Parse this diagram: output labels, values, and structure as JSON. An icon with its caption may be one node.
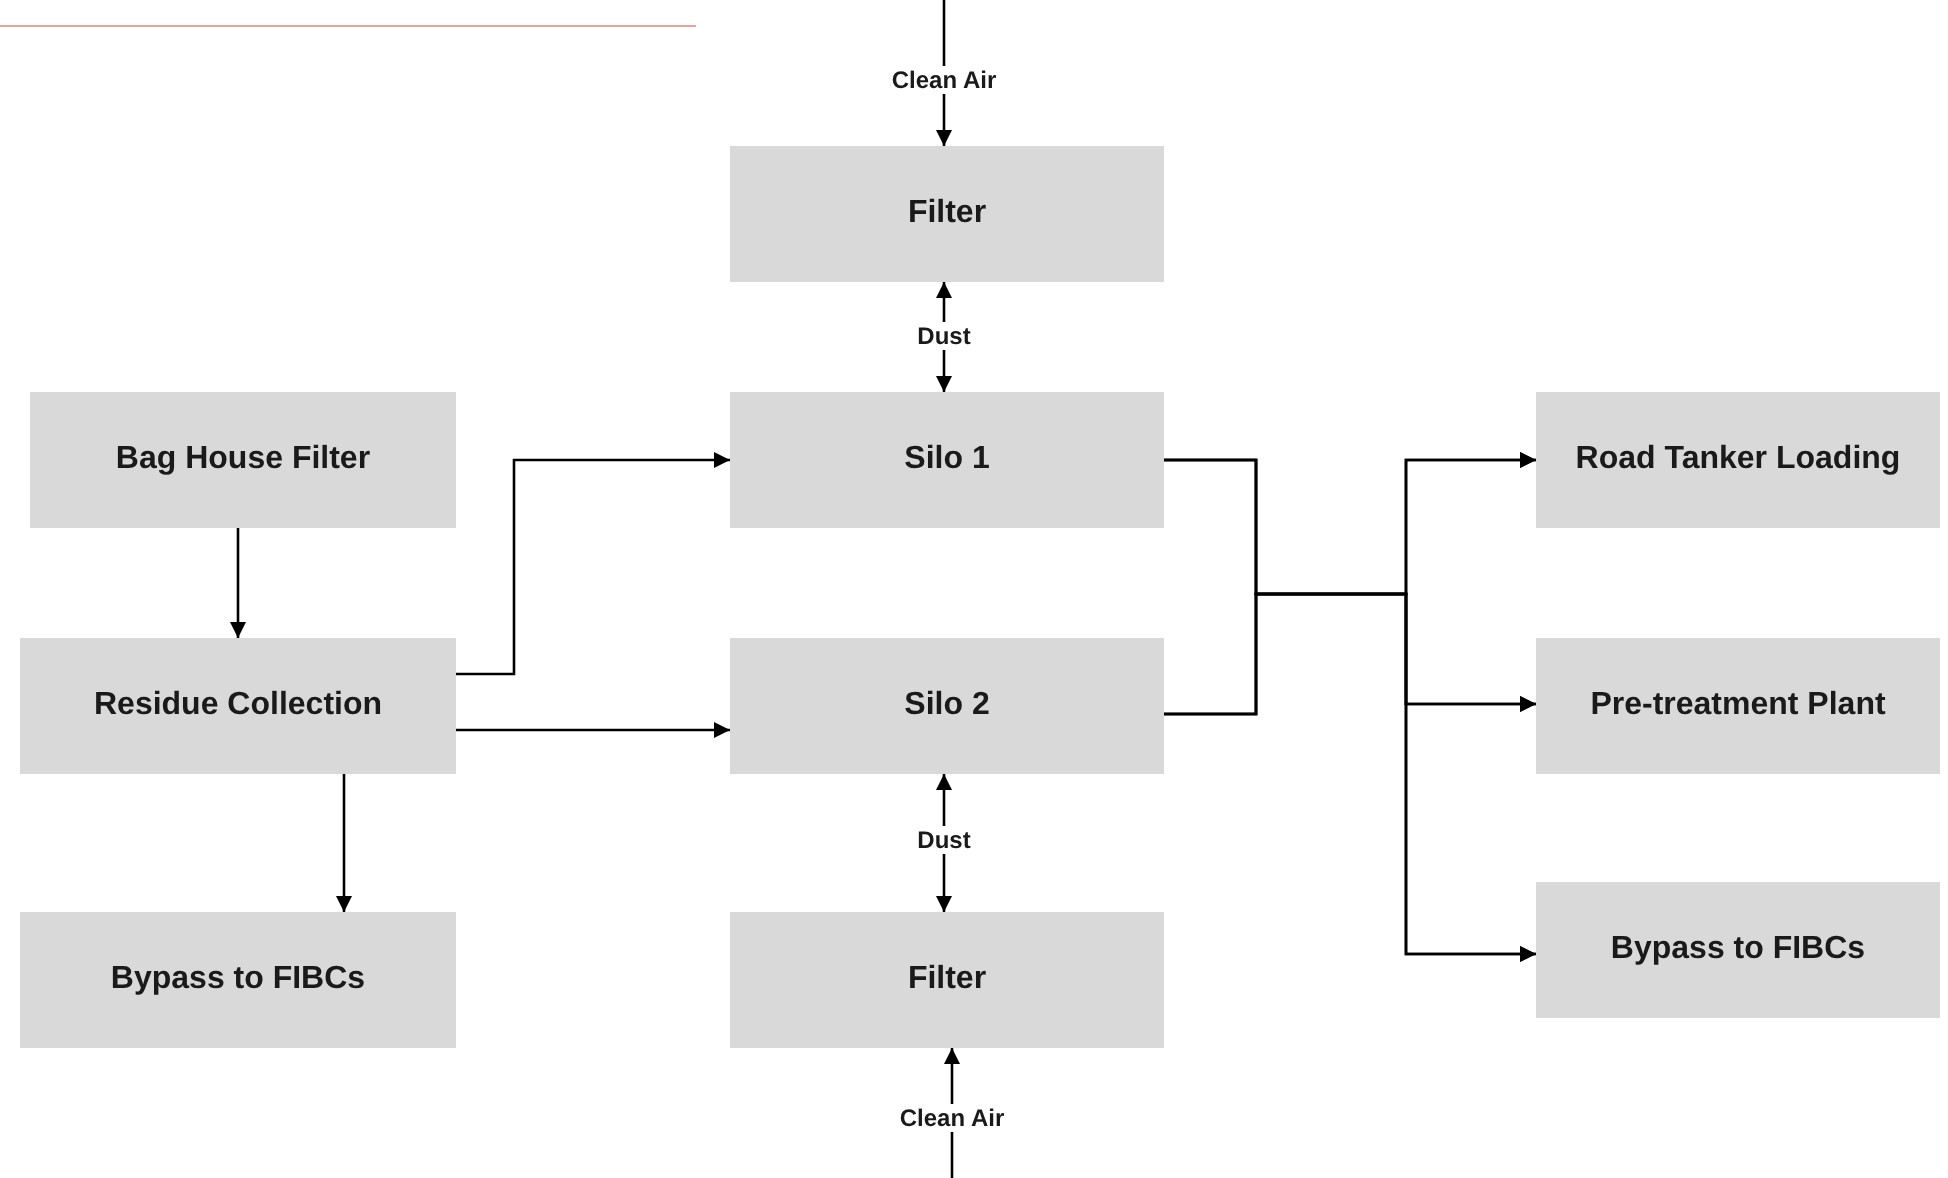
{
  "diagram": {
    "nodes": [
      {
        "text": [
          "Filter"
        ]
      },
      {
        "text": [
          "Bag House Filter"
        ]
      },
      {
        "text": [
          "Silo 1"
        ]
      },
      {
        "text": [
          "Road Tanker Loading"
        ]
      },
      {
        "text": [
          "Residue Collection"
        ]
      },
      {
        "text": [
          "Silo 2"
        ]
      },
      {
        "text": [
          "Pre-treatment Plant"
        ]
      },
      {
        "text": [
          "Bypass to FIBCs"
        ]
      },
      {
        "text": [
          "Filter"
        ]
      },
      {
        "text": [
          "Bypass to FIBCs"
        ]
      }
    ],
    "edges": [
      {
        "from": null,
        "to": 0,
        "arrow": "to",
        "label": "Clean Air"
      },
      {
        "from": 0,
        "to": 2,
        "arrow": "both",
        "label": "Dust"
      },
      {
        "from": 1,
        "to": 4,
        "arrow": "to"
      },
      {
        "from": 4,
        "to": 2,
        "arrow": "to"
      },
      {
        "from": 4,
        "to": 5,
        "arrow": "to"
      },
      {
        "from": 4,
        "to": 7,
        "arrow": "to"
      },
      {
        "from": 2,
        "to": 3,
        "arrow": "to"
      },
      {
        "from": 2,
        "to": 6,
        "arrow": "to"
      },
      {
        "from": 2,
        "to": 9,
        "arrow": "to"
      },
      {
        "from": 5,
        "to": 3,
        "arrow": "to"
      },
      {
        "from": 5,
        "to": 6,
        "arrow": "to"
      },
      {
        "from": 5,
        "to": 9,
        "arrow": "to"
      },
      {
        "from": 5,
        "to": 8,
        "arrow": "both",
        "label": "Dust"
      },
      {
        "from": null,
        "to": 8,
        "arrow": "to",
        "label": "Clean Air"
      }
    ]
  }
}
